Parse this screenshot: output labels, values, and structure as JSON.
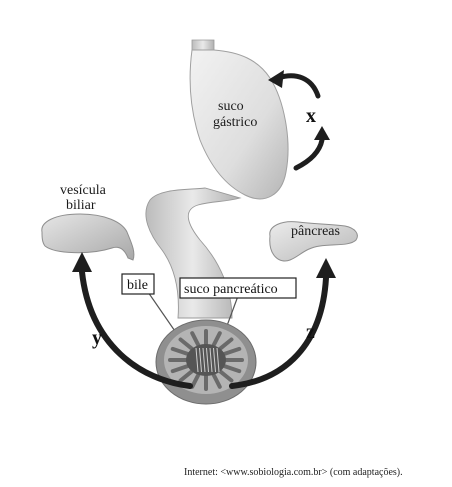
{
  "labels": {
    "suco_gastrico_line1": "suco",
    "suco_gastrico_line2": "gástrico",
    "vesicula_line1": "vesícula",
    "vesicula_line2": "biliar",
    "pancreas": "pâncreas",
    "bile": "bile",
    "suco_pancreatico": "suco pancreático",
    "x": "x",
    "y": "y",
    "z": "z"
  },
  "source": "Internet: <www.sobiologia.com.br> (com adaptações).",
  "colors": {
    "organ_light": "#e8e8e8",
    "organ_mid": "#bdbdbd",
    "organ_dark": "#8a8a8a",
    "arrow_dark": "#1e1e1e"
  }
}
